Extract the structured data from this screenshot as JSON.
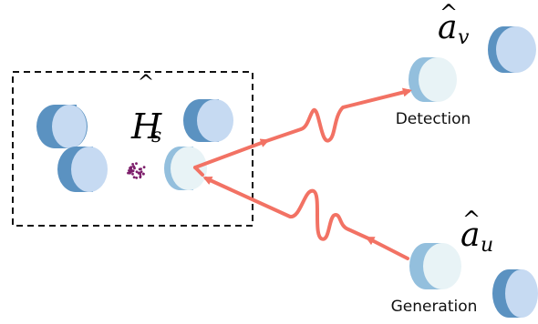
{
  "operators": {
    "system": {
      "base": "H",
      "hat": "^",
      "subscript": "s"
    },
    "detection_mode": {
      "base": "a",
      "hat": "^",
      "subscript": "v"
    },
    "generation_mode": {
      "base": "a",
      "hat": "^",
      "subscript": "u"
    }
  },
  "labels": {
    "detection": "Detection",
    "generation": "Generation"
  },
  "colors": {
    "beam": "#f27264",
    "cylinder_side": "#5b92c1",
    "cylinder_face": "#c6daf2",
    "cylinder_face_light": "#e8f3f6",
    "cylinder_side_light": "#93bfdd",
    "atom_cloud": "#7d1f6b",
    "box_border": "#111111"
  }
}
